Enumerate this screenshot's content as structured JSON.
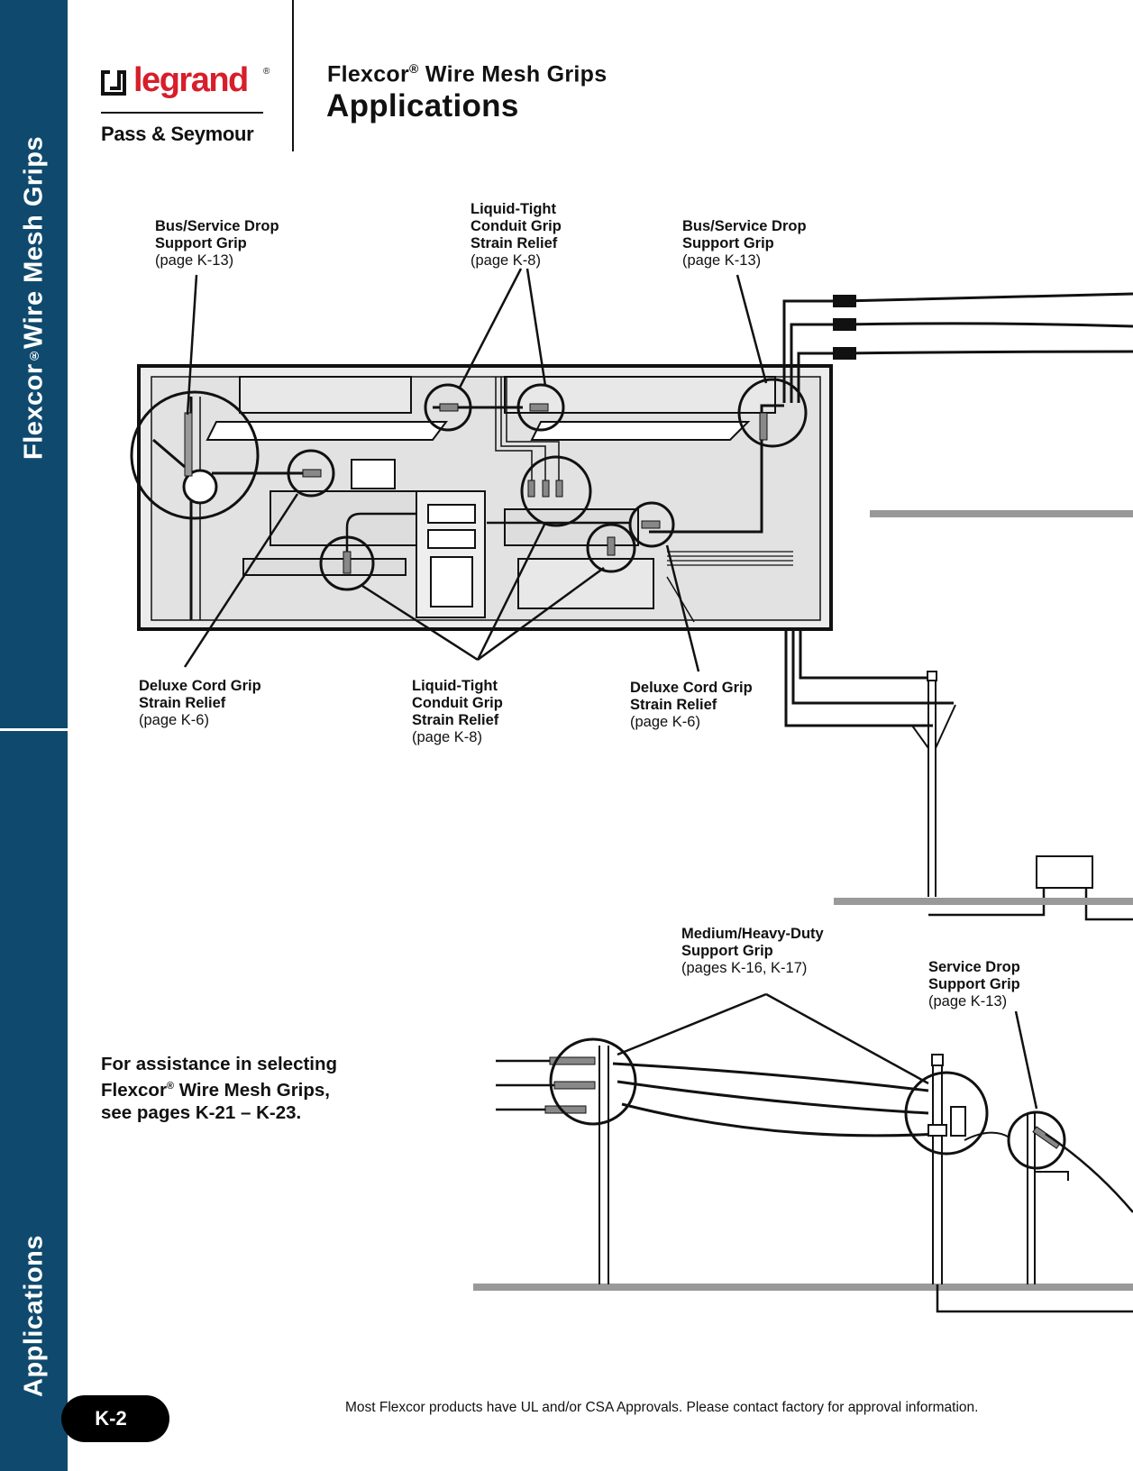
{
  "sidebar": {
    "top_text_main": "Flexcor",
    "top_text_reg": "®",
    "top_text_rest": " Wire Mesh Grips",
    "bottom_text": "Applications"
  },
  "page_number": "K-2",
  "logo": {
    "word": "legrand",
    "reg": "®",
    "subtitle": "Pass & Seymour"
  },
  "header": {
    "subtitle_main": "Flexcor",
    "subtitle_reg": "®",
    "subtitle_rest": " Wire Mesh Grips",
    "title": "Applications"
  },
  "callouts": {
    "bus_left": {
      "l1": "Bus/Service Drop",
      "l2": "Support Grip",
      "page": "(page K-13)"
    },
    "lt_top": {
      "l1": "Liquid-Tight",
      "l2": "Conduit Grip",
      "l3": "Strain Relief",
      "page": "(page K-8)"
    },
    "bus_right": {
      "l1": "Bus/Service Drop",
      "l2": "Support Grip",
      "page": "(page K-13)"
    },
    "deluxe_left": {
      "l1": "Deluxe Cord Grip",
      "l2": "Strain Relief",
      "page": "(page K-6)"
    },
    "lt_bottom": {
      "l1": "Liquid-Tight",
      "l2": "Conduit Grip",
      "l3": "Strain Relief",
      "page": "(page K-8)"
    },
    "deluxe_right": {
      "l1": "Deluxe Cord Grip",
      "l2": "Strain Relief",
      "page": "(page K-6)"
    },
    "medium_heavy": {
      "l1": "Medium/Heavy-Duty",
      "l2": "Support Grip",
      "page": "(pages K-16, K-17)"
    },
    "service_drop": {
      "l1": "Service Drop",
      "l2": "Support Grip",
      "page": "(page K-13)"
    }
  },
  "assist": {
    "line1": "For assistance in selecting",
    "line2_main": "Flexcor",
    "line2_reg": "®",
    "line2_rest": " Wire Mesh Grips,",
    "line3": "see pages K-21 – K-23."
  },
  "footer": "Most Flexcor products have UL and/or CSA Approvals. Please contact factory for approval information."
}
